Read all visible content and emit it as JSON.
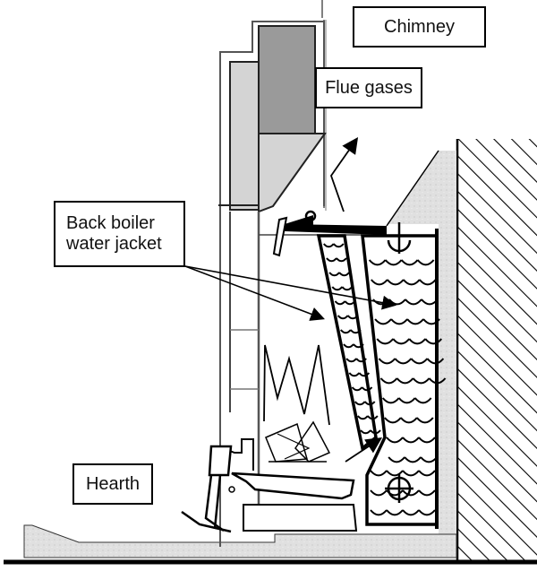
{
  "diagram": {
    "title": "Open fire with back boiler water jacket — cross section",
    "labels": {
      "chimney": "Chimney",
      "flue_gases": "Flue gases",
      "back_boiler_line1": "Back boiler",
      "back_boiler_line2": "water jacket",
      "hearth": "Hearth"
    },
    "colors": {
      "line": "#000000",
      "flue_dark": "#9a9a9a",
      "flue_light": "#d4d4d4",
      "concrete": "#e2e2e2",
      "background": "#ffffff"
    },
    "components": [
      "chimney-flue",
      "flue-gas-arrow",
      "back-wall-hatching",
      "boiler-front-jacket",
      "boiler-rear-jacket",
      "fire-flames",
      "fuel-bed",
      "grate",
      "ash-pan",
      "hearth-slab",
      "floor-line"
    ]
  }
}
